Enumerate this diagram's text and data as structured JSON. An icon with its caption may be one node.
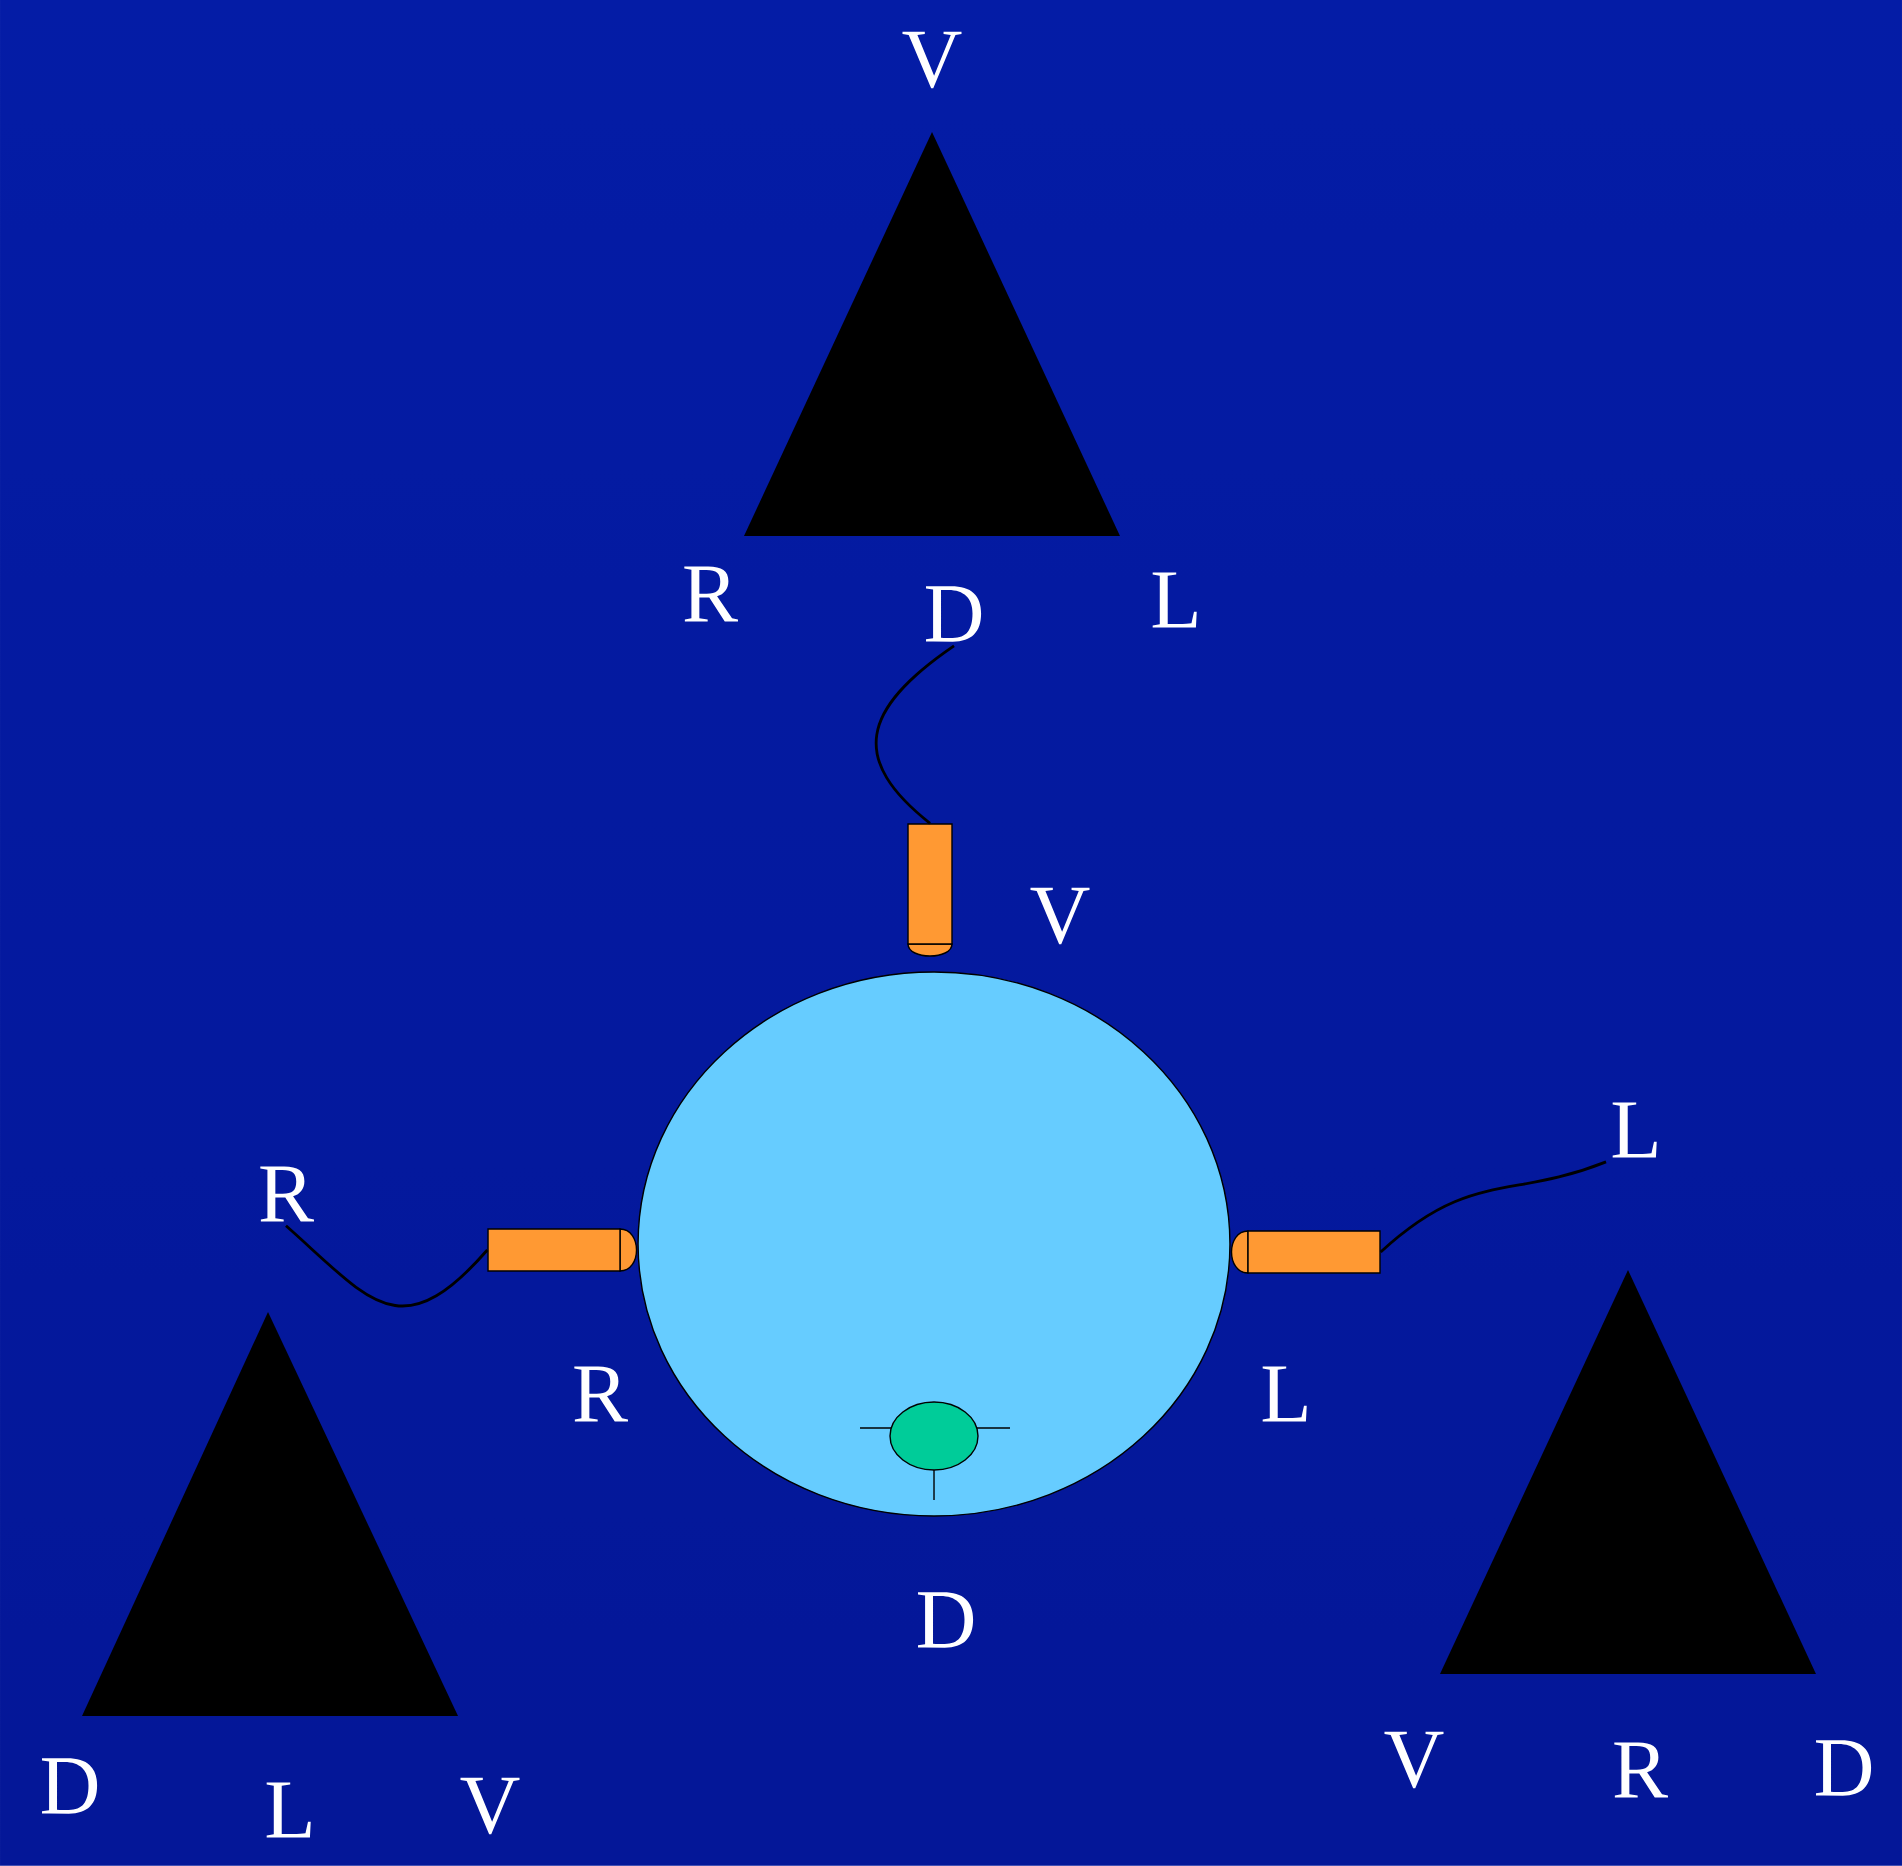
{
  "diagram": {
    "nodes": [
      {
        "text": [],
        "shape": "triangle",
        "beside": [
          "V",
          "R",
          "L"
        ]
      },
      {
        "text": [],
        "shape": "triangle",
        "beside": [
          "D",
          "L",
          "V"
        ]
      },
      {
        "text": [],
        "shape": "triangle",
        "beside": [
          "V",
          "R",
          "D"
        ]
      },
      {
        "text": [],
        "shape": "circle"
      },
      {
        "text": [],
        "shape": "bar"
      },
      {
        "text": [],
        "shape": "bar"
      },
      {
        "text": [],
        "shape": "bar"
      },
      {
        "text": [],
        "shape": "circle",
        "in": 3
      },
      {
        "text": [
          "D"
        ]
      },
      {
        "text": [
          "R"
        ]
      },
      {
        "text": [
          "L"
        ]
      }
    ],
    "edges": [
      {
        "from": 4,
        "to": 8,
        "arrow": "none"
      },
      {
        "from": 5,
        "to": 9,
        "arrow": "none"
      },
      {
        "from": 6,
        "to": 10,
        "arrow": "none"
      }
    ],
    "labels": [
      "V",
      "R",
      "L",
      "D"
    ]
  }
}
